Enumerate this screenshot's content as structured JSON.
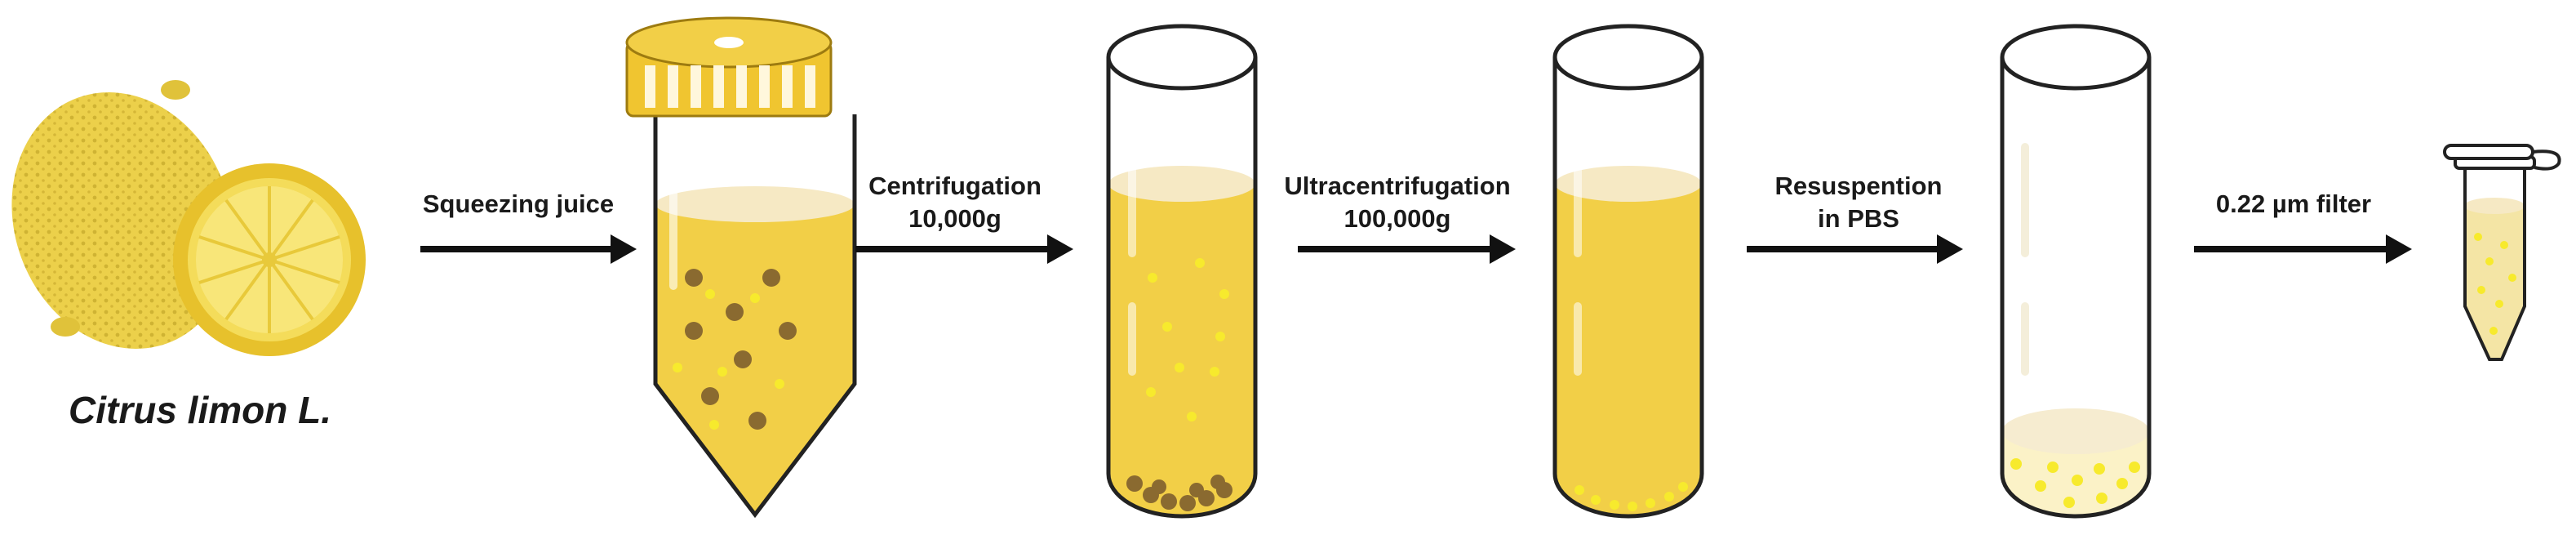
{
  "species_label": "Citrus limon L.",
  "steps": [
    {
      "line1": "Squeezing juice",
      "line2": ""
    },
    {
      "line1": "Centrifugation",
      "line2": "10,000g"
    },
    {
      "line1": "Ultracentrifugation",
      "line2": "100,000g"
    },
    {
      "line1": "Resuspention",
      "line2": "in PBS"
    },
    {
      "line1": "0.22 µm filter",
      "line2": ""
    }
  ],
  "colors": {
    "juice": "#f2cf47",
    "juice_top": "#f6e9c4",
    "lemon_peel": "#ecd04a",
    "lemon_pulp": "#f8e679",
    "cap": "#f0c530",
    "outline": "#222222",
    "debris": "#8a6a30",
    "vesicle": "#f7ea2d",
    "arrow": "#111111"
  },
  "icons": [
    "lemon-icon",
    "conical-tube-icon",
    "test-tube-icon",
    "microtube-icon",
    "arrow-icon"
  ]
}
